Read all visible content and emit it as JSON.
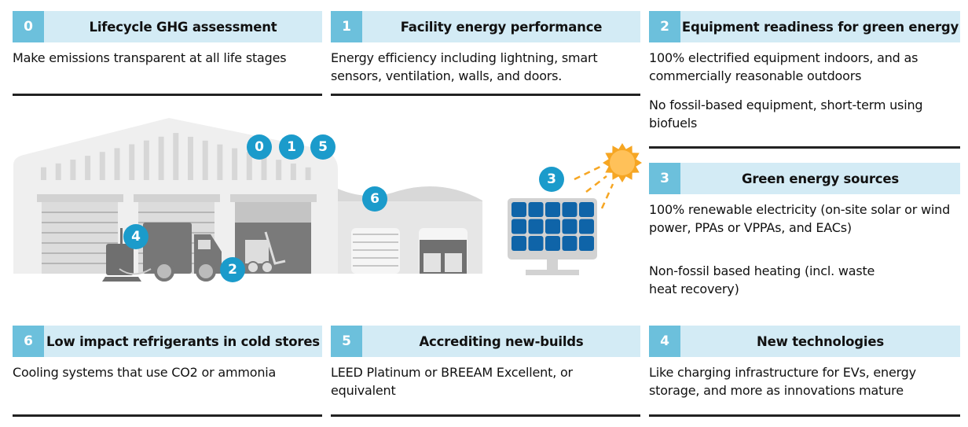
{
  "cards": [
    {
      "num": "0",
      "title": "Lifecycle GHG assessment",
      "text": [
        "Make emissions transparent at all life stages"
      ]
    },
    {
      "num": "1",
      "title": "Facility energy performance",
      "text": [
        "Energy efficiency including lightning, smart sensors, ventilation, walls, and doors."
      ]
    },
    {
      "num": "2",
      "title": "Equipment readiness for green energy",
      "text": [
        "100% electrified equipment indoors, and as commercially reasonable outdoors",
        "No fossil-based equipment, short-term using biofuels"
      ]
    },
    {
      "num": "3",
      "title": "Green energy sources",
      "text": [
        "100% renewable electricity (on-site solar or wind power, PPAs or VPPAs, and EACs)",
        "Non-fossil based heating (incl. waste heat recovery)"
      ]
    },
    {
      "num": "6",
      "title": "Low impact refrigerants in cold stores",
      "text": [
        "Cooling systems that use CO2 or ammonia"
      ]
    },
    {
      "num": "5",
      "title": "Accrediting new-builds",
      "text": [
        "LEED Platinum or BREEAM Excellent, or equivalent"
      ]
    },
    {
      "num": "4",
      "title": "New technologies",
      "text": [
        "Like charging infrastructure for EVs, energy storage, and more as innovations mature"
      ]
    }
  ],
  "badges": {
    "b0": "0",
    "b1": "1",
    "b5": "5",
    "b6": "6",
    "b4": "4",
    "b2": "2",
    "b3": "3"
  },
  "colors": {
    "number_box": "#6cc0dc",
    "header_bar": "#d3ebf5",
    "badge": "#1b9bcb",
    "solar_cell": "#0f64a8",
    "sun": "#f6a623"
  }
}
